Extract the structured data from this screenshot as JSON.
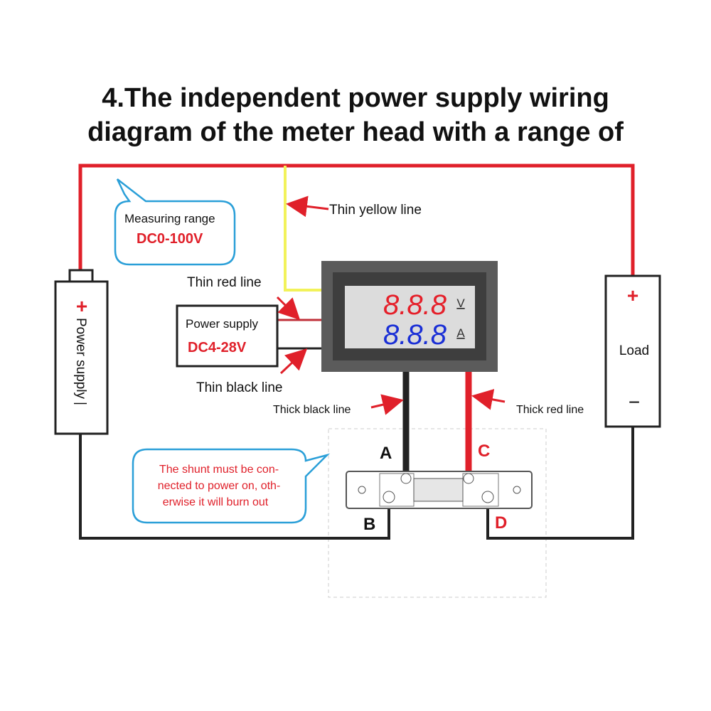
{
  "title": {
    "line1": "4.The independent power supply wiring",
    "line2": "diagram of the meter head with a range of"
  },
  "callouts": {
    "measuring_label": "Measuring range",
    "measuring_value": "DC0-100V",
    "shunt_warning_1": "The shunt must be con-",
    "shunt_warning_2": "nected to power on, oth-",
    "shunt_warning_3": "erwise it will burn out"
  },
  "labels": {
    "thin_yellow": "Thin yellow line",
    "thin_red": "Thin red line",
    "thin_black": "Thin black line",
    "thick_black": "Thick black line",
    "thick_red": "Thick red line"
  },
  "aux_supply": {
    "label": "Power supply",
    "value": "DC4-28V"
  },
  "main_supply": {
    "plus": "+",
    "label": "Power supply",
    "minus": "|"
  },
  "load": {
    "plus": "+",
    "label": "Load",
    "minus": "−"
  },
  "meter": {
    "voltage_digits": "8.8.8",
    "voltage_unit": "V",
    "current_digits": "8.8.8",
    "current_unit": "A"
  },
  "terminals": {
    "a": "A",
    "b": "B",
    "c": "C",
    "d": "D"
  },
  "colors": {
    "red_wire": "#e0202a",
    "black_wire": "#222222",
    "yellow_wire": "#f2f25a",
    "callout_border": "#2a9fd8",
    "voltage_digits": "#e5202a",
    "current_digits": "#1a2fd6"
  }
}
